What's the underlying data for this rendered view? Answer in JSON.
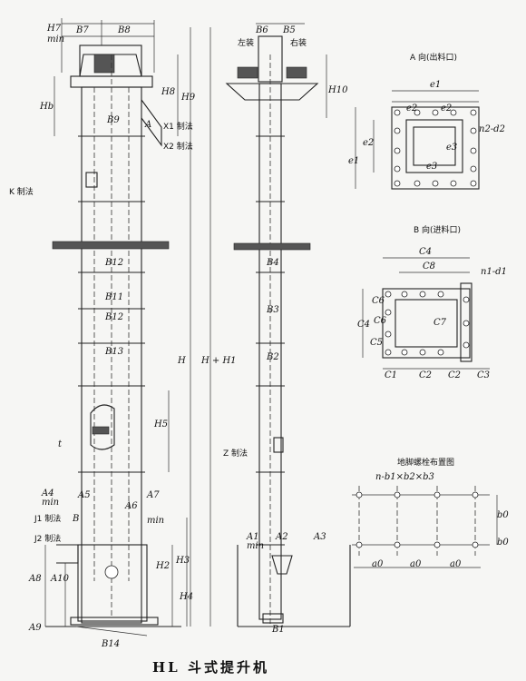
{
  "title": "HL 斗式提升机",
  "views": {
    "view_a": "A 向(出料口)",
    "view_b": "B 向(进料口)",
    "anchor": "地脚螺栓布置图",
    "left_mount": "左装",
    "right_mount": "右装"
  },
  "notes": {
    "k": "K 制法",
    "z": "Z 制法",
    "x1": "X1 制法",
    "x2": "X2 制法",
    "j1": "J1 制法",
    "j2": "J2 制法"
  },
  "dims_front": [
    "H7",
    "min",
    "B7",
    "B8",
    "Hb",
    "H8",
    "H9",
    "B9",
    "A",
    "B12",
    "B11",
    "B12",
    "B13",
    "t",
    "H5",
    "H",
    "H + H1",
    "A4",
    "min",
    "A5",
    "A6",
    "A7",
    "min",
    "B",
    "A8",
    "A10",
    "H2",
    "H3",
    "H4",
    "A9",
    "B14"
  ],
  "dims_side": [
    "B6",
    "B5",
    "H10",
    "B4",
    "B3",
    "B2",
    "A1",
    "min",
    "A2",
    "A3",
    "B1"
  ],
  "dims_a": [
    "e1",
    "e2",
    "e2",
    "e2",
    "e1",
    "e3",
    "e3",
    "n2-d2"
  ],
  "dims_b": [
    "C4",
    "C8",
    "n1-d1",
    "C6",
    "C4",
    "C6",
    "C7",
    "C5",
    "C1",
    "C2",
    "C2",
    "C3"
  ],
  "dims_anchor": [
    "n-b1×b2×b3",
    "b0",
    "b0",
    "a0",
    "a0",
    "a0"
  ]
}
